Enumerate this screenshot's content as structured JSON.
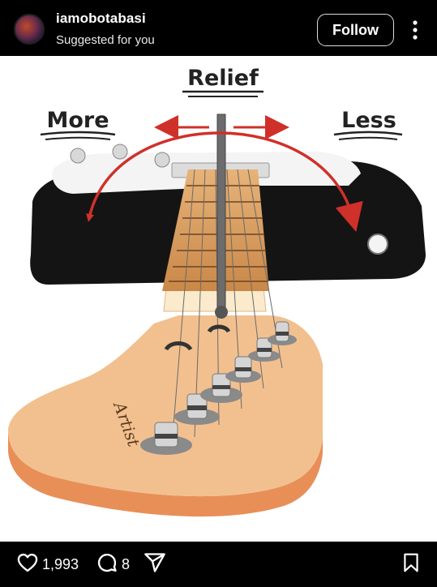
{
  "header": {
    "username": "iamobotabasi",
    "subtitle": "Suggested for you",
    "follow_label": "Follow"
  },
  "post": {
    "image_labels": {
      "top": "Relief",
      "left": "More",
      "right": "Less"
    },
    "headstock_text": "Artist"
  },
  "actions": {
    "likes": "1,993",
    "comments": "8"
  },
  "icons": {
    "more": "more-vertical-icon",
    "like": "heart-icon",
    "comment": "comment-icon",
    "share": "share-icon",
    "save": "bookmark-icon"
  },
  "colors": {
    "header_bg": "#000000",
    "arrow_red": "#d0302a",
    "headstock": "#f2c08f",
    "fretboard": "#d89a5a"
  }
}
